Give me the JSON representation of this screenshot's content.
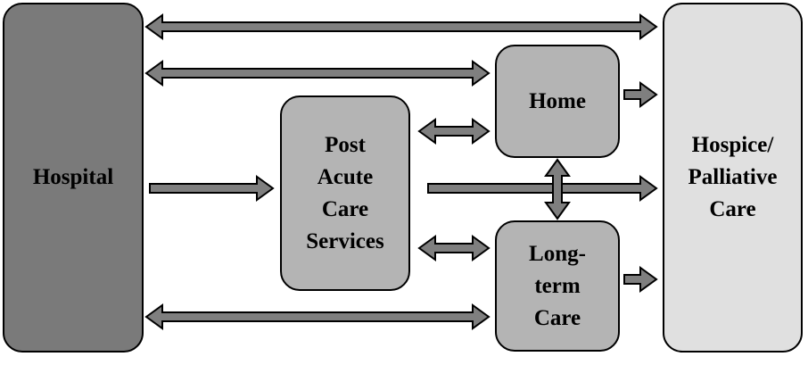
{
  "diagram": {
    "nodes": {
      "hospital": {
        "label": "Hospital",
        "fill": "#7a7a7a"
      },
      "pacs": {
        "label": "Post\nAcute\nCare\nServices",
        "fill": "#b4b4b4"
      },
      "home": {
        "label": "Home",
        "fill": "#b4b4b4"
      },
      "ltc": {
        "label": "Long-\nterm\nCare",
        "fill": "#b4b4b4"
      },
      "hospice": {
        "label": "Hospice/\nPalliative\nCare",
        "fill": "#e0e0e0"
      }
    },
    "edges": [
      {
        "from": "hospital",
        "to": "hospice",
        "direction": "both"
      },
      {
        "from": "hospital",
        "to": "home",
        "direction": "both"
      },
      {
        "from": "pacs",
        "to": "home",
        "direction": "both"
      },
      {
        "from": "hospital",
        "to": "pacs",
        "direction": "forward"
      },
      {
        "from": "pacs",
        "to": "hospice",
        "direction": "forward"
      },
      {
        "from": "home",
        "to": "hospice",
        "direction": "forward"
      },
      {
        "from": "home",
        "to": "ltc",
        "direction": "both"
      },
      {
        "from": "pacs",
        "to": "ltc",
        "direction": "both"
      },
      {
        "from": "ltc",
        "to": "hospice",
        "direction": "forward"
      },
      {
        "from": "hospital",
        "to": "ltc",
        "direction": "both"
      }
    ],
    "arrow_fill": "#7f7f7f"
  }
}
